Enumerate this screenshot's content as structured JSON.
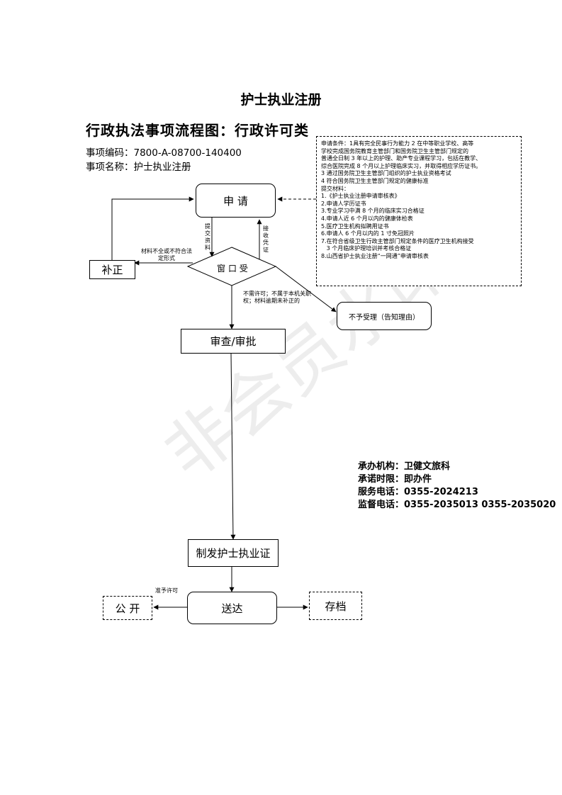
{
  "page": {
    "title": "护士执业注册",
    "subtitle": "行政执法事项流程图：行政许可类",
    "item_code": "事项编码：7800-A-08700-140400",
    "item_name": "事项名称：护士执业注册",
    "watermark": "非会员水印"
  },
  "conditions_box": {
    "lines": [
      "申请条件：1具有完全民事行为能力 2 在中等职业学校、高等",
      "学校完成国务院教育主管部门和国务院卫生主管部门规定的",
      "普通全日制 3 年以上的护理、助产专业课程学习，包括在教学、",
      "综合医院完成 8 个月以上护理临床实习，并取得相应学历证书。",
      "3 通过国务院卫生主管部门组织的护士执业资格考试",
      "4 符合国务院卫生主管部门规定的健康标准",
      "提交材料：",
      "1.《护士执业注册申请审核表》",
      "2.申请人学历证书",
      "3.专业学习中满 8 个月的临床实习合格证",
      "4.申请人近 6 个月以内的健康体检表",
      "5.医疗卫生机构拟聘用证书",
      "6.申请人 6 个月以内的 1 寸免冠照片",
      "7.在符合省级卫生行政主管部门规定条件的医疗卫生机构接受",
      "   3 个月临床护理培训并考核合格证",
      "8.山西省护士执业注册“一网通”申请审核表"
    ]
  },
  "nodes": {
    "apply": "申 请",
    "window": "窗 口 受",
    "supplement": "补正",
    "reject": "不予受理（告知理由）",
    "review": "审查/审批",
    "issue": "制发护士执业证",
    "deliver": "送达",
    "publish": "公 开",
    "archive": "存档"
  },
  "edge_labels": {
    "submit": "提交资料",
    "receipt": "接收凭证",
    "incomplete": "材料不全或不符合法定形式",
    "not_required": "不需许可；不属于本机关职权；材料逾期未补正的",
    "grant": "准予许可"
  },
  "info": {
    "agency": "承办机构：卫健文旅科",
    "time_limit": "承诺时限：即办件",
    "phone": "服务电话：0355-2024213",
    "supervise": "监督电话：0355-2035013    0355-2035020"
  }
}
